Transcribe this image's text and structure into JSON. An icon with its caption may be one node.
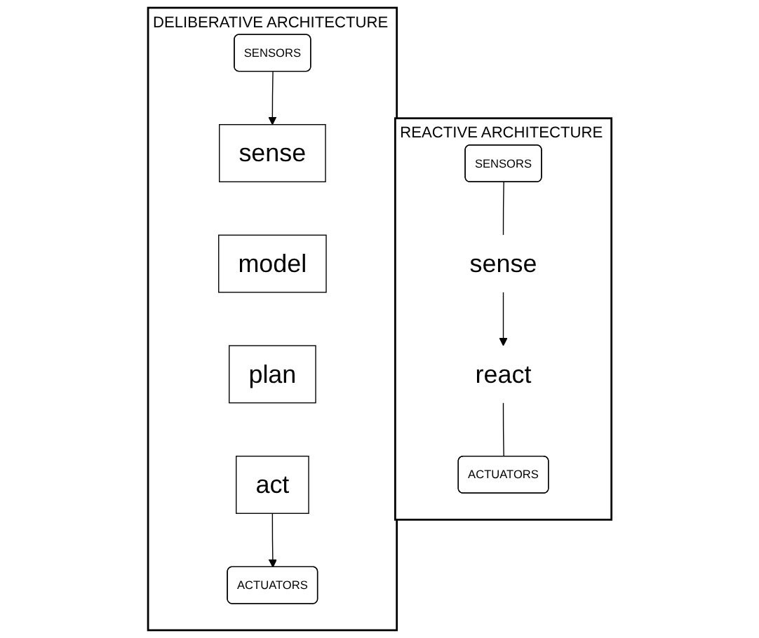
{
  "diagram": {
    "nodes": [
      {
        "text": [
          "DELIBERATIVE ARCHITECTURE"
        ]
      },
      {
        "text": [
          "SENSORS"
        ],
        "in": 0
      },
      {
        "text": [
          "sense"
        ],
        "in": 0
      },
      {
        "text": [
          "model"
        ],
        "in": 0
      },
      {
        "text": [
          "plan"
        ],
        "in": 0
      },
      {
        "text": [
          "act"
        ],
        "in": 0
      },
      {
        "text": [
          "ACTUATORS"
        ],
        "in": 0
      },
      {
        "text": [
          "REACTIVE ARCHITECTURE"
        ]
      },
      {
        "text": [
          "SENSORS"
        ],
        "in": 7
      },
      {
        "text": [
          "sense"
        ],
        "in": 7
      },
      {
        "text": [
          "react"
        ],
        "in": 7
      },
      {
        "text": [
          "ACTUATORS"
        ],
        "in": 7
      }
    ],
    "edges": [
      {
        "from": 1,
        "to": 2,
        "arrow": "to"
      },
      {
        "from": 5,
        "to": 6,
        "arrow": "to"
      },
      {
        "from": 8,
        "to": 9,
        "arrow": "none"
      },
      {
        "from": 9,
        "to": 10,
        "arrow": "to"
      },
      {
        "from": 10,
        "to": 11,
        "arrow": "none"
      }
    ]
  }
}
